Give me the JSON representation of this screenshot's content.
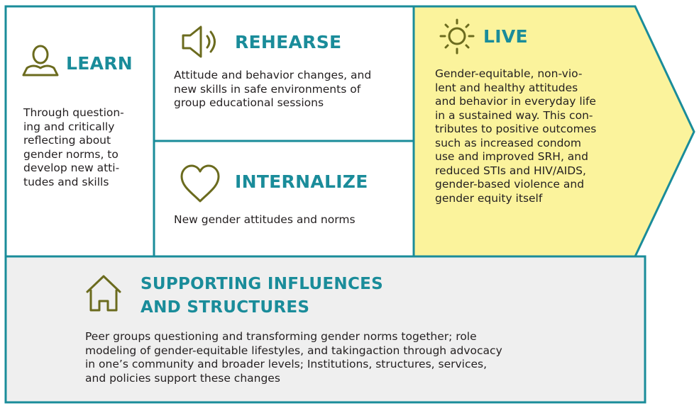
{
  "colors": {
    "border": "#1a8c9a",
    "title": "#1a8c9a",
    "icon": "#6b6b1e",
    "live_fill": "#fbf39c",
    "support_fill": "#efefef",
    "text": "#231f20"
  },
  "learn": {
    "title": "LEARN",
    "icon": "person-icon",
    "text": "Through question-\ning and critically\nreflecting about\ngender norms, to\ndevelop new atti-\ntudes and skills"
  },
  "rehearse": {
    "title": "REHEARSE",
    "icon": "speaker-icon",
    "text": "Attitude and behavior changes, and\nnew skills in safe environments of\ngroup educational sessions"
  },
  "internalize": {
    "title": "INTERNALIZE",
    "icon": "heart-icon",
    "text": "New gender attitudes and norms"
  },
  "live": {
    "title": "LIVE",
    "icon": "sun-icon",
    "text": "Gender-equitable, non-vio-\nlent and healthy attitudes\nand behavior in everyday life\nin a sustained way. This con-\ntributes to positive outcomes\nsuch as increased condom\nuse and improved SRH, and\nreduced STIs and HIV/AIDS,\ngender-based violence and\ngender equity itself"
  },
  "support": {
    "title_line1": "SUPPORTING INFLUENCES",
    "title_line2": "AND STRUCTURES",
    "icon": "house-icon",
    "text": "Peer groups questioning and transforming gender norms together; role\nmodeling of gender-equitable lifestyles, and takingaction through advocacy\nin one’s community and broader levels; Institutions, structures, services,\nand policies support these changes"
  }
}
